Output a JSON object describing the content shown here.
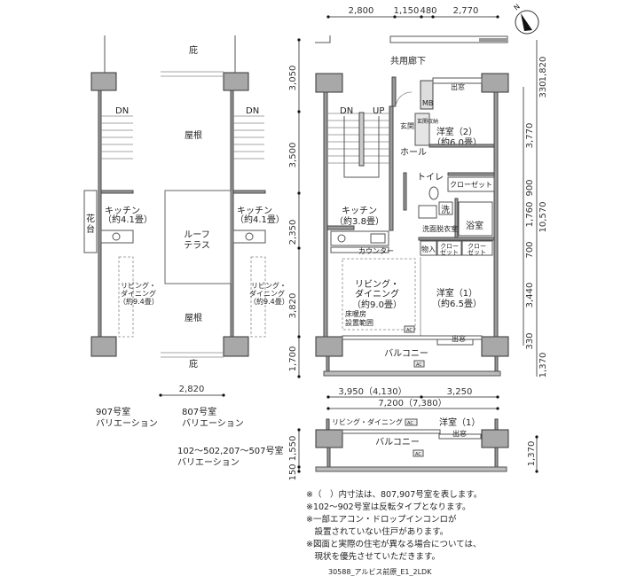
{
  "top_dims": [
    "2,800",
    "1,150",
    "480",
    "2,770"
  ],
  "left_dims": [
    "3,050",
    "3,500",
    "2,350",
    "3,820",
    "1,700"
  ],
  "right_dims": [
    "1,820",
    "330",
    "3,770",
    "900",
    "1,760",
    "700",
    "3,440",
    "330",
    "1,370",
    "10,570"
  ],
  "bottom_dims": {
    "left": "3,950（4,130）",
    "right": "3,250",
    "total": "7,200（7,380）"
  },
  "variant_dim": "2,820",
  "small_plan_dims": {
    "left_a": "1,550",
    "left_b": "150",
    "right": "1,370"
  },
  "compass": "N",
  "main_plan": {
    "corridor": "共用廊下",
    "dn": "DN",
    "up": "UP",
    "mb": "MB",
    "entrance": "玄関",
    "shoe_storage": "玄関収納",
    "bay_window_top": "出窓",
    "western2": "洋室（2）",
    "western2_size": "（約6.0畳）",
    "hall": "ホール",
    "toilet": "トイレ",
    "closet1": "クローゼット",
    "kitchen": "キッチン",
    "kitchen_size": "（約3.8畳）",
    "wash": "洗",
    "bath": "浴室",
    "washroom": "洗面脱衣室",
    "storage": "物入",
    "closet2": "クロー\nゼット",
    "closet2_a": "クロー",
    "closet2_b": "ゼット",
    "counter": "カウンター",
    "living_a": "リビング・",
    "living_b": "ダイニング",
    "living_size": "（約9.0畳）",
    "floor_heat_a": "床暖房",
    "floor_heat_b": "設置範囲",
    "western1": "洋室（1）",
    "western1_size": "（約6.5畳）",
    "bay_window_bottom": "出窓",
    "ac": "AC",
    "balcony": "バルコニー"
  },
  "variants": {
    "eave_top": "庇",
    "roof_top": "屋根",
    "kitchen": "キッチン",
    "kitchen_size": "（約4.1畳）",
    "flower_stand_a": "花",
    "flower_stand_b": "台",
    "roof_terrace_a": "ルーフ",
    "roof_terrace_b": "テラス",
    "living_a": "リビング・",
    "living_b": "ダイニング",
    "living_size": "（約9.4畳）",
    "roof_bottom": "屋根",
    "eave_bottom": "庇",
    "v907_a": "907号室",
    "v907_b": "バリエーション",
    "v807_a": "807号室",
    "v807_b": "バリエーション",
    "v102_a": "102～502,207～507号室",
    "v102_b": "バリエーション"
  },
  "small_plan": {
    "living": "リビング・ダイニング",
    "western1": "洋室（1）",
    "bay": "出窓",
    "balcony": "バルコニー",
    "ac": "AC"
  },
  "notes": [
    "※（　）内寸法は、807,907号室を表します。",
    "※102～902号室は反転タイプとなります。",
    "※一部エアコン・ドロップインコンロが",
    "　設置されていない住戸があります。",
    "※図面と実際の住宅が異なる場合については、",
    "　現状を優先させていただきます。"
  ],
  "footer": "30588_アルビス前原_E1_2LDK"
}
